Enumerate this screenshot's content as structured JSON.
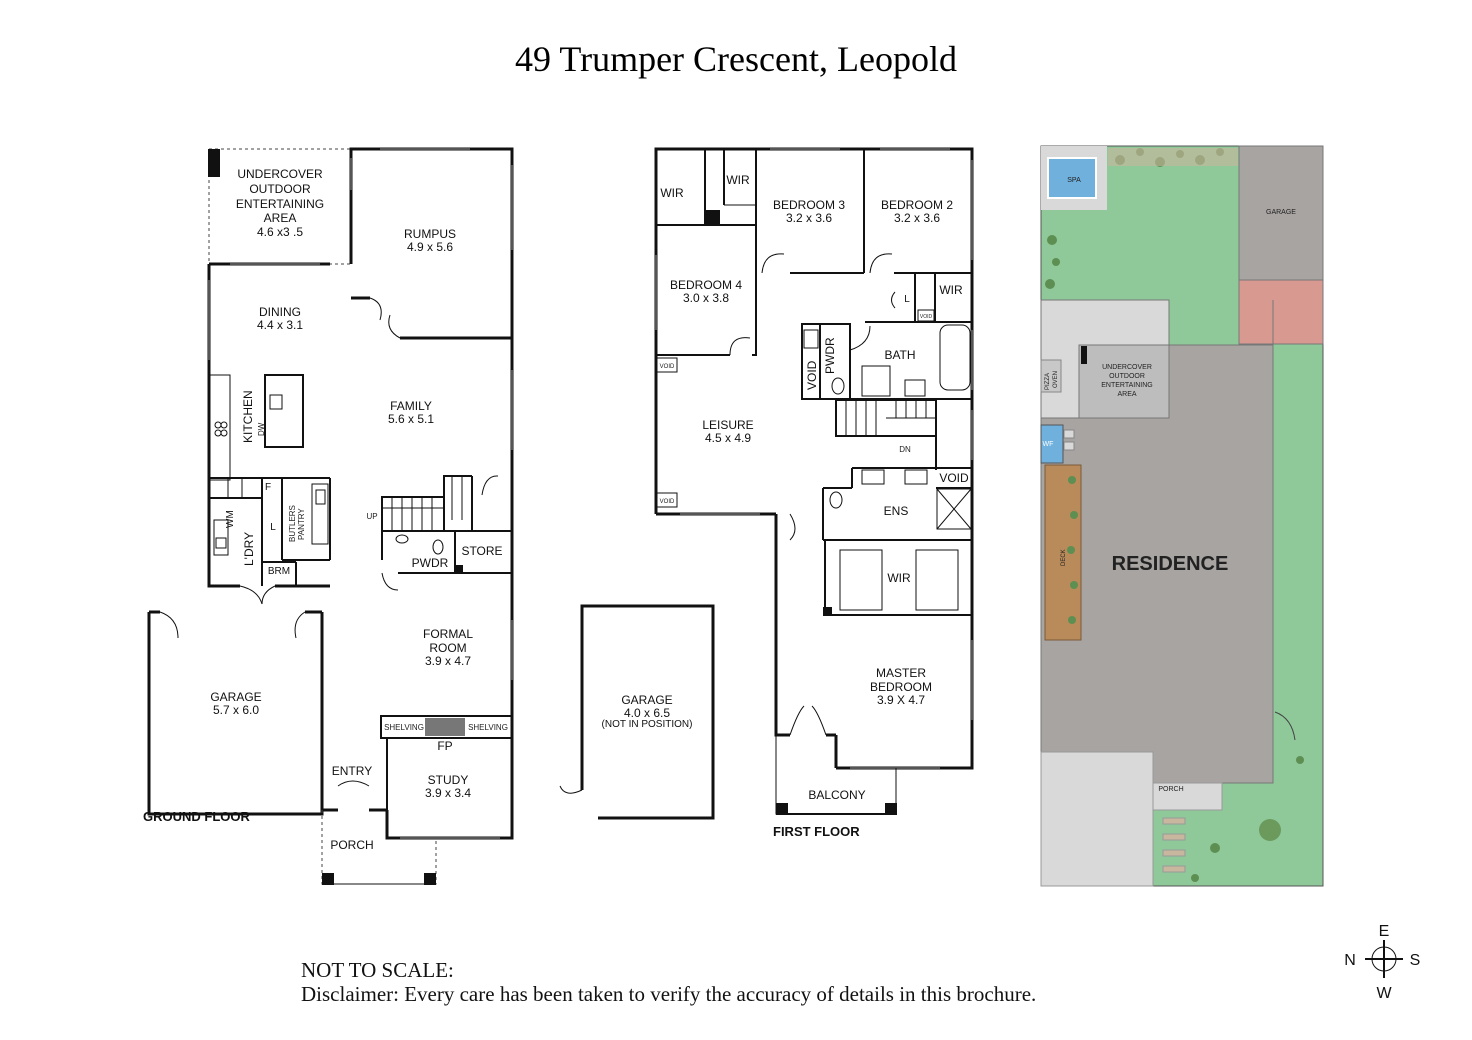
{
  "title": "49 Trumper Crescent, Leopold",
  "ground_floor": {
    "caption": "GROUND FLOOR",
    "rooms": [
      {
        "name": "UNDERCOVER",
        "dims": ""
      },
      {
        "name": "OUTDOOR",
        "dims": ""
      },
      {
        "name": "ENTERTAINING",
        "dims": ""
      },
      {
        "name": "AREA",
        "dims": "4.6 x3 .5"
      },
      {
        "name": "RUMPUS",
        "dims": "4.9 x 5.6"
      },
      {
        "name": "DINING",
        "dims": "4.4 x 3.1"
      },
      {
        "name": "FAMILY",
        "dims": "5.6 x 5.1"
      },
      {
        "name": "KITCHEN",
        "dims": ""
      },
      {
        "name": "FORMAL",
        "dims": ""
      },
      {
        "name": "ROOM",
        "dims": "3.9 x 4.7"
      },
      {
        "name": "GARAGE",
        "dims": "5.7 x 6.0"
      },
      {
        "name": "STUDY",
        "dims": "3.9 x 3.4"
      }
    ],
    "small_labels": {
      "dw": "DW",
      "f": "F",
      "wm": "WM",
      "l": "L",
      "ldry": "L'DRY",
      "butlers": "BUTLERS",
      "pantry": "PANTRY",
      "brm": "BRM",
      "up": "UP",
      "pwdr": "PWDR",
      "store": "STORE",
      "shelving": "SHELVING",
      "fp": "FP",
      "entry": "ENTRY",
      "porch": "PORCH"
    }
  },
  "first_floor": {
    "caption": "FIRST FLOOR",
    "rooms": [
      {
        "name": "BEDROOM 3",
        "dims": "3.2 x 3.6"
      },
      {
        "name": "BEDROOM 2",
        "dims": "3.2 x 3.6"
      },
      {
        "name": "BEDROOM 4",
        "dims": "3.0 x 3.8"
      },
      {
        "name": "LEISURE",
        "dims": "4.5 x 4.9"
      },
      {
        "name": "MASTER",
        "dims": ""
      },
      {
        "name": "BEDROOM",
        "dims": "3.9 X 4.7"
      }
    ],
    "small_labels": {
      "wir": "WIR",
      "l": "L",
      "void": "VOID",
      "pwdr": "PWDR",
      "bath": "BATH",
      "dn": "DN",
      "ens": "ENS",
      "balcony": "BALCONY"
    }
  },
  "detached_garage": {
    "name": "GARAGE",
    "dims": "4.0 x 6.5",
    "note": "(NOT IN POSITION)"
  },
  "site_plan": {
    "spa": "SPA",
    "garage": "GARAGE",
    "pizza": "PIZZA",
    "oven": "OVEN",
    "undercover": "UNDERCOVER",
    "outdoor": "OUTDOOR",
    "entertaining": "ENTERTAINING",
    "area": "AREA",
    "wf": "WF",
    "deck": "DECK",
    "residence": "RESIDENCE",
    "porch": "PORCH"
  },
  "compass": {
    "n": "N",
    "e": "E",
    "s": "S",
    "w": "W"
  },
  "footer": {
    "line1": "NOT TO SCALE:",
    "line2": "Disclaimer: Every care has been taken to verify the accuracy of details in this brochure."
  },
  "colors": {
    "lawn": "#8fc99a",
    "roof": "#a8a4a2",
    "paving": "#d9d9d9",
    "brick": "#d89a90",
    "spa": "#6fb0dc",
    "deck": "#b98a5a",
    "shrub": "#5e8f52"
  }
}
